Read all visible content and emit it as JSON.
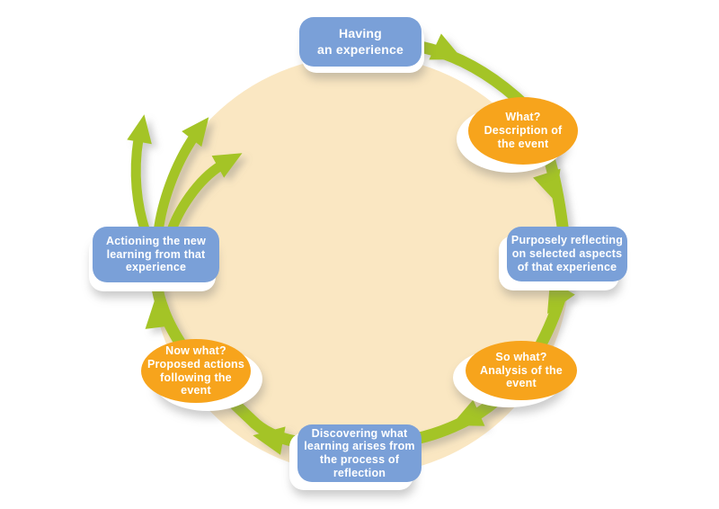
{
  "diagram_type": "cycle",
  "colors": {
    "blue": "#7AA0D8",
    "orange": "#F7A41C",
    "green": "#A4C427",
    "cream": "#FAE7C2",
    "label_text": "#FFFFFF",
    "background": "#FFFFFF"
  },
  "nodes": [
    {
      "id": "having-an-experience",
      "shape": "rounded-rect",
      "color": "blue",
      "label": "Having\nan experience"
    },
    {
      "id": "what-description",
      "shape": "ellipse",
      "color": "orange",
      "label": "What?\nDescription of\nthe event"
    },
    {
      "id": "purposely-reflecting",
      "shape": "rounded-rect",
      "color": "blue",
      "label": "Purposely reflecting\non selected aspects\nof that experience"
    },
    {
      "id": "so-what-analysis",
      "shape": "ellipse",
      "color": "orange",
      "label": "So what?\nAnalysis of the\nevent"
    },
    {
      "id": "discovering-learning",
      "shape": "rounded-rect",
      "color": "blue",
      "label": "Discovering what\nlearning arises from\nthe process of\nreflection"
    },
    {
      "id": "now-what-actions",
      "shape": "ellipse",
      "color": "orange",
      "label": "Now what?\nProposed actions\nfollowing the\nevent"
    },
    {
      "id": "actioning-learning",
      "shape": "rounded-rect",
      "color": "blue",
      "label": "Actioning the new\nlearning from that\nexperience"
    }
  ],
  "flow": {
    "direction": "clockwise",
    "sequence": [
      "having-an-experience",
      "what-description",
      "purposely-reflecting",
      "so-what-analysis",
      "discovering-learning",
      "now-what-actions",
      "actioning-learning"
    ],
    "exit_arrows_from": "actioning-learning",
    "exit_arrow_count": 3
  }
}
